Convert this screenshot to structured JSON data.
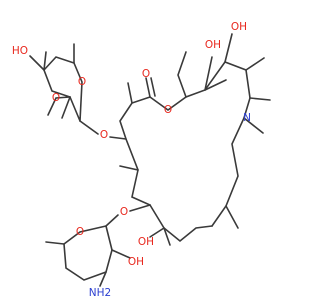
{
  "molecule": {
    "atoms": [
      {
        "id": "O_ester_ring",
        "label": "O",
        "kind": "O"
      },
      {
        "id": "O_carbonyl",
        "label": "O",
        "kind": "O"
      },
      {
        "id": "OH_c11",
        "label": "OH",
        "kind": "OH"
      },
      {
        "id": "OH_c12",
        "label": "OH",
        "kind": "OH"
      },
      {
        "id": "N_ring",
        "label": "N",
        "kind": "N"
      },
      {
        "id": "HO_cladinose",
        "label": "HO",
        "kind": "HO"
      },
      {
        "id": "O_cladinose_ring",
        "label": "O",
        "kind": "O"
      },
      {
        "id": "O_methoxy",
        "label": "O",
        "kind": "O"
      },
      {
        "id": "O_glycosidic_3",
        "label": "O",
        "kind": "O"
      },
      {
        "id": "O_glycosidic_5",
        "label": "O",
        "kind": "O"
      },
      {
        "id": "OH_c6",
        "label": "OH",
        "kind": "OH"
      },
      {
        "id": "O_desosamine_ring",
        "label": "O",
        "kind": "O"
      },
      {
        "id": "OH_desosamine",
        "label": "OH",
        "kind": "OH"
      },
      {
        "id": "NH2_desosamine",
        "label": "NH2",
        "kind": "NH2"
      }
    ]
  }
}
